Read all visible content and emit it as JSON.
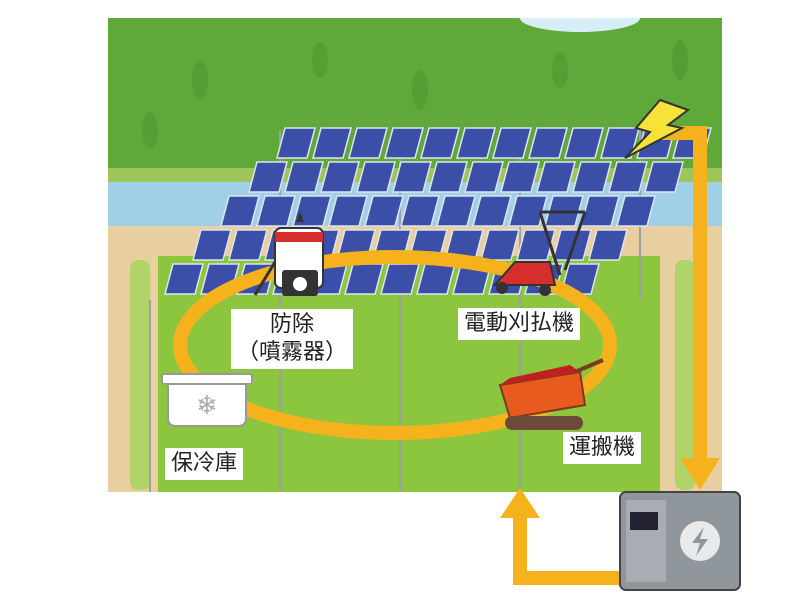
{
  "labels": {
    "sprayer_line1": "防除",
    "sprayer_line2": "（噴霧器）",
    "mower": "電動刈払機",
    "carrier": "運搬機",
    "cooler": "保冷庫"
  },
  "colors": {
    "arrow": "#f5b21c",
    "grass": "#8cc63f",
    "river": "#9fd0e8",
    "panel": "#3b4fa8",
    "battery": "#8f969c"
  }
}
